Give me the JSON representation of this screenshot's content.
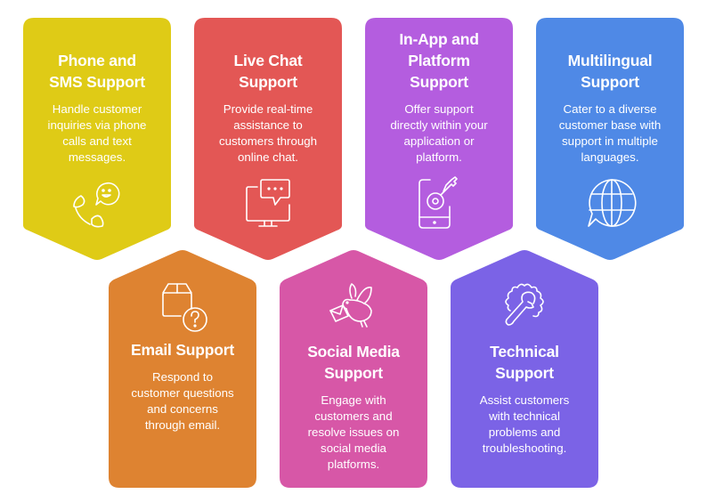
{
  "cards": [
    {
      "id": "phone-sms",
      "title_line1": "Phone and",
      "title_line2": "SMS Support",
      "title_line3": "",
      "description": [
        "Handle customer",
        "inquiries via phone",
        "calls and text",
        "messages."
      ],
      "icon": "phone-chat-smile-icon",
      "color": "#DFCB16"
    },
    {
      "id": "live-chat",
      "title_line1": "Live Chat",
      "title_line2": "Support",
      "title_line3": "",
      "description": [
        "Provide real-time",
        "assistance to",
        "customers through",
        "online chat."
      ],
      "icon": "monitor-chat-icon",
      "color": "#E35755"
    },
    {
      "id": "in-app",
      "title_line1": "In-App and",
      "title_line2": "Platform",
      "title_line3": "Support",
      "description": [
        "Offer support",
        "directly within your",
        "application or",
        "platform."
      ],
      "icon": "phone-key-icon",
      "color": "#B45DDF"
    },
    {
      "id": "multilingual",
      "title_line1": "Multilingual",
      "title_line2": "Support",
      "title_line3": "",
      "description": [
        "Cater to a diverse",
        "customer base with",
        "support in multiple",
        "languages."
      ],
      "icon": "globe-chat-icon",
      "color": "#4F89E6"
    },
    {
      "id": "email",
      "title_line1": "Email Support",
      "title_line2": "",
      "title_line3": "",
      "description": [
        "Respond to",
        "customer questions",
        "and concerns",
        "through email."
      ],
      "icon": "box-question-icon",
      "color": "#DE8331"
    },
    {
      "id": "social-media",
      "title_line1": "Social Media",
      "title_line2": "Support",
      "title_line3": "",
      "description": [
        "Engage with",
        "customers and",
        "resolve issues on",
        "social media",
        "platforms."
      ],
      "icon": "bird-envelope-icon",
      "color": "#D757A7"
    },
    {
      "id": "technical",
      "title_line1": "Technical",
      "title_line2": "Support",
      "title_line3": "",
      "description": [
        "Assist customers",
        "with technical",
        "problems and",
        "troubleshooting."
      ],
      "icon": "gear-wrench-icon",
      "color": "#7B63E6"
    }
  ]
}
